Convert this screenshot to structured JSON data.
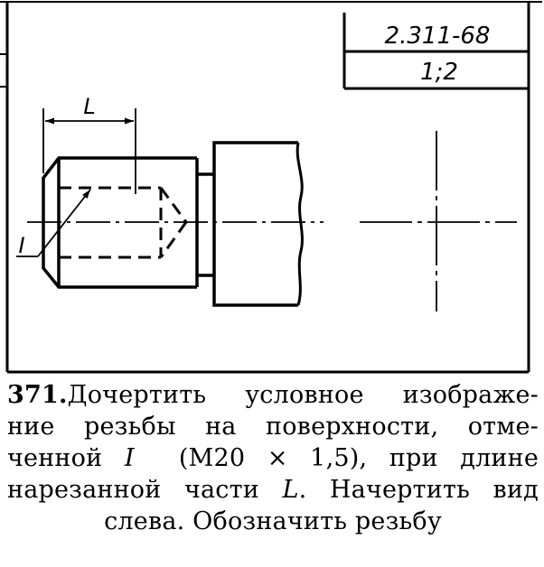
{
  "title_block": {
    "standard": "2.311-68",
    "scale": "1;2"
  },
  "drawing": {
    "dimension_label": "L",
    "leader_label": "I"
  },
  "caption": {
    "number": "371.",
    "line1": "Дочертить условное изображе-",
    "line2": "ние резьбы на поверхности, отме-",
    "line3_a": "ченной ",
    "line3_i": "I",
    "line3_b": "  (M20 × 1,5), при длине",
    "line4_a": "нарезанной части ",
    "line4_l": "L",
    "line4_b": ". Начертить вид",
    "line5": "слева. Обозначить резьбу"
  }
}
